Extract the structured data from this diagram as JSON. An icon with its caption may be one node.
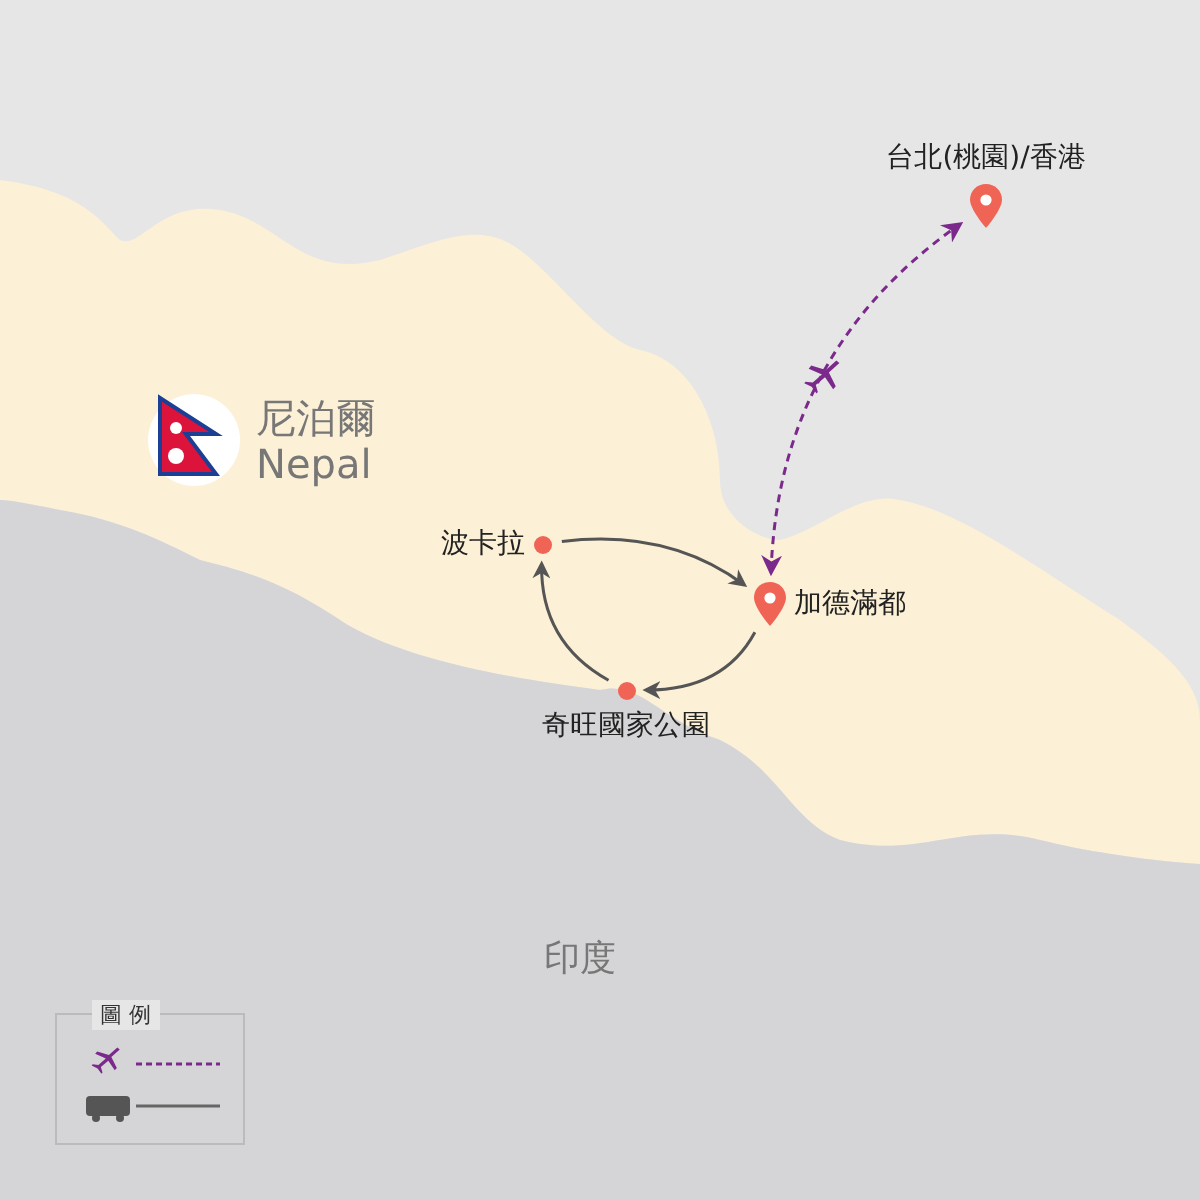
{
  "diagram": {
    "nodes": [
      {
        "text": [
          "台北(桃園)/香港"
        ]
      },
      {
        "text": [
          "加德滿都"
        ]
      },
      {
        "text": [
          "波卡拉"
        ]
      },
      {
        "text": [
          "奇旺國家公園"
        ]
      }
    ],
    "edges": [
      {
        "from": 1,
        "to": 0,
        "arrow": "both",
        "style": "dashed",
        "color": "#7b2a8c"
      },
      {
        "from": 2,
        "to": 1,
        "arrow": "to"
      },
      {
        "from": 1,
        "to": 3,
        "arrow": "to"
      },
      {
        "from": 3,
        "to": 2,
        "arrow": "to"
      }
    ],
    "labels": [
      "尼泊爾",
      "Nepal",
      "印度",
      "圖 例"
    ]
  }
}
